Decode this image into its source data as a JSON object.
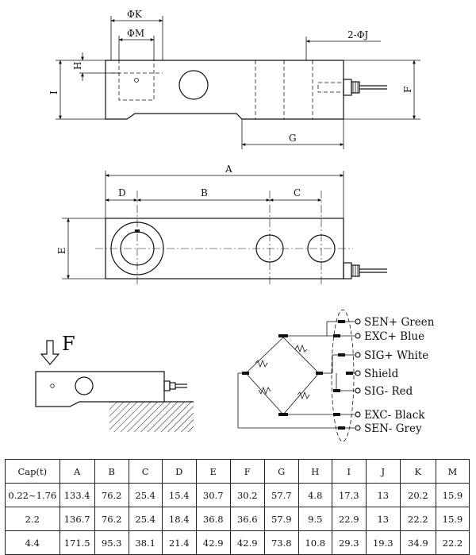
{
  "top_view_labels": {
    "k": "ΦK",
    "m": "ΦM",
    "j": "2-ΦJ",
    "h": "H",
    "i": "I",
    "f": "F",
    "g": "G"
  },
  "side_view_labels": {
    "a": "A",
    "d": "D",
    "b": "B",
    "c": "C",
    "e": "E"
  },
  "force_label": "F",
  "wiring": [
    {
      "label": "SEN+ Green"
    },
    {
      "label": "EXC+ Blue"
    },
    {
      "label": "SIG+ White"
    },
    {
      "label": "Shield"
    },
    {
      "label": "SIG- Red"
    },
    {
      "label": "EXC- Black"
    },
    {
      "label": "SEN- Grey"
    }
  ],
  "table": {
    "headers": [
      "Cap(t)",
      "A",
      "B",
      "C",
      "D",
      "E",
      "F",
      "G",
      "H",
      "I",
      "J",
      "K",
      "M"
    ],
    "rows": [
      [
        "0.22~1.76",
        "133.4",
        "76.2",
        "25.4",
        "15.4",
        "30.7",
        "30.2",
        "57.7",
        "4.8",
        "17.3",
        "13",
        "20.2",
        "15.9"
      ],
      [
        "2.2",
        "136.7",
        "76.2",
        "25.4",
        "18.4",
        "36.8",
        "36.6",
        "57.9",
        "9.5",
        "22.9",
        "13",
        "22.2",
        "15.9"
      ],
      [
        "4.4",
        "171.5",
        "95.3",
        "38.1",
        "21.4",
        "42.9",
        "42.9",
        "73.8",
        "10.8",
        "29.3",
        "19.3",
        "34.9",
        "22.2"
      ]
    ]
  }
}
